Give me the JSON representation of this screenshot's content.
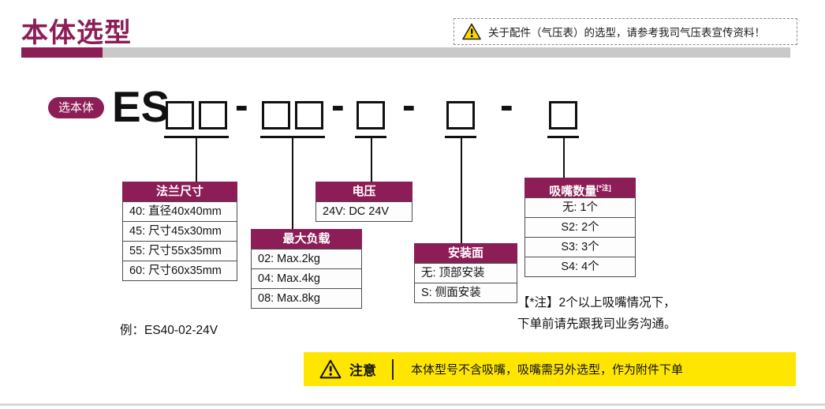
{
  "header": {
    "title": "本体选型",
    "notice": "关于配件（气压表）的选型，请参考我司气压表宣传资料！"
  },
  "code": {
    "pill_label": "选本体",
    "prefix": "ES",
    "dash": "-"
  },
  "tables": {
    "flange": {
      "title": "法兰尺寸",
      "rows": [
        "40: 直径40x40mm",
        "45: 尺寸45x30mm",
        "55: 尺寸55x35mm",
        "60: 尺寸60x35mm"
      ]
    },
    "voltage": {
      "title": "电压",
      "rows": [
        "24V: DC 24V"
      ]
    },
    "load": {
      "title": "最大负载",
      "rows": [
        "02: Max.2kg",
        "04: Max.4kg",
        "08: Max.8kg"
      ]
    },
    "mount": {
      "title": "安装面",
      "rows": [
        "无: 顶部安装",
        "S: 侧面安装"
      ]
    },
    "nozzle": {
      "title": "吸嘴数量",
      "title_sup": "[*注]",
      "rows": [
        "无: 1个",
        "S2: 2个",
        "S3: 3个",
        "S4: 4个"
      ]
    }
  },
  "footnotes": {
    "example": "例：ES40-02-24V",
    "note_line1": "【*注】2个以上吸嘴情况下，",
    "note_line2": "下单前请先跟我司业务沟通。"
  },
  "caution": {
    "label": "注意",
    "text": "本体型号不含吸嘴，吸嘴需另外选型，作为附件下单"
  },
  "colors": {
    "accent": "#8C1D56",
    "caution_bg": "#FFE600",
    "warning_yellow": "#FFD800",
    "bar_gray": "#C9C9C9"
  }
}
